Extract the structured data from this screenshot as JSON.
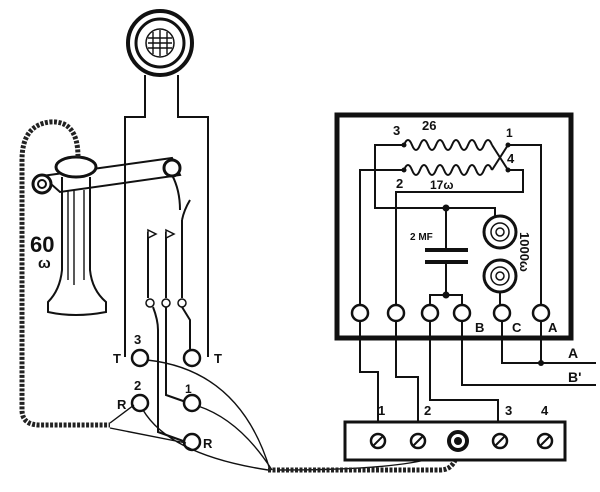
{
  "handset": {
    "resistance": "60",
    "unit": "ω"
  },
  "stand_terminals": {
    "t3_num": "3",
    "t3_label": "T",
    "t_right_label": "T",
    "r2_num": "2",
    "r2_label": "R",
    "t1_num": "1",
    "r_label": "R"
  },
  "box": {
    "coil_top_num": "3",
    "coil_top_value": "26",
    "coil_right_num": "1",
    "coil_cross_num": "4",
    "coil_bottom_num": "2",
    "coil_bottom_value": "17ω",
    "condenser_label": "2 MF",
    "ringer_label": "1000ω",
    "post_b": "B",
    "post_c": "C",
    "post_a": "A"
  },
  "line": {
    "a": "A",
    "b": "B'"
  },
  "terminal_strip": {
    "labels": [
      "1",
      "2",
      "3",
      "4"
    ]
  }
}
